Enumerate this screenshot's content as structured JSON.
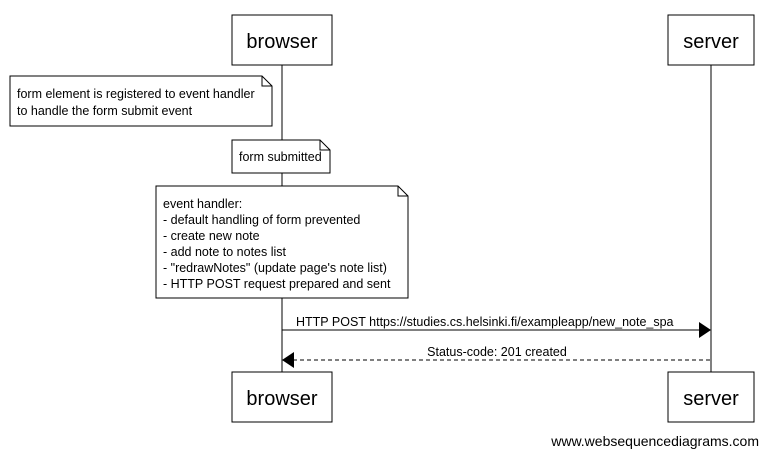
{
  "actors": {
    "browser": "browser",
    "server": "server"
  },
  "notes": {
    "note1": [
      "form element is registered to event handler",
      "to handle the form submit event"
    ],
    "note2": [
      "form submitted"
    ],
    "note3": [
      "event handler:",
      "- default handling of form prevented",
      "- create new note",
      "- add note to notes list",
      "- \"redrawNotes\" (update page's note list)",
      "- HTTP POST request prepared and sent"
    ]
  },
  "messages": {
    "post": "HTTP POST https://studies.cs.helsinki.fi/exampleapp/new_note_spa",
    "response": "Status-code: 201 created"
  },
  "watermark": "www.websequencediagrams.com"
}
